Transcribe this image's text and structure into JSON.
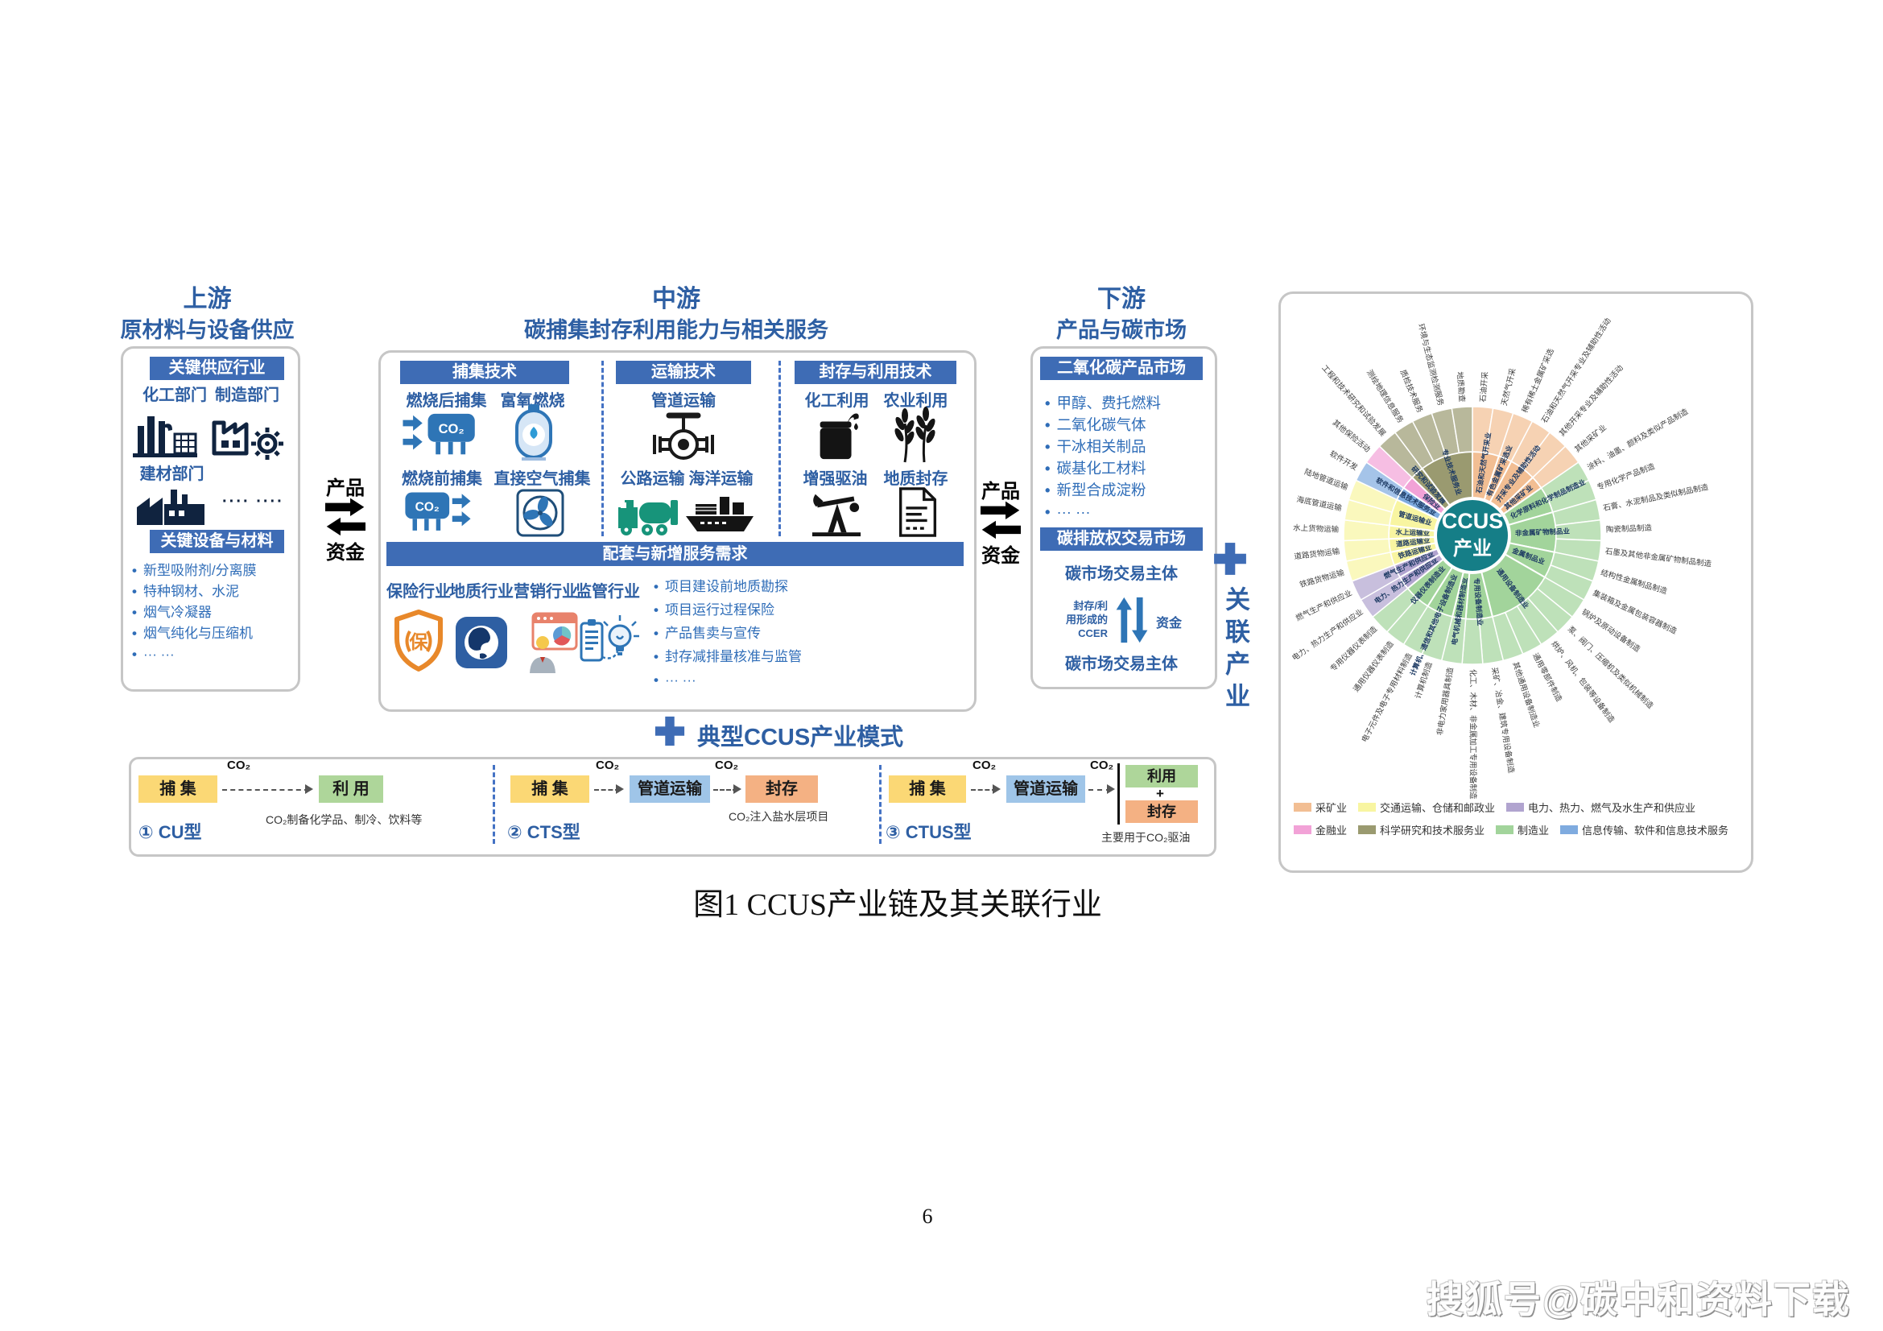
{
  "colors": {
    "header_blue": "#3e6cb5",
    "title_blue": "#2e5fa3",
    "text_blue": "#2f6db8",
    "center_teal": "#157e87",
    "shield_orange": "#e8882a",
    "chip_capture": "#fbd875",
    "chip_use": "#aed69a",
    "chip_pipeline": "#9fc5e8",
    "chip_storage": "#f4b183"
  },
  "upstream": {
    "title_line1": "上游",
    "title_line2": "原材料与设备供应",
    "supply_header": "关键供应行业",
    "sectors": [
      "化工部门",
      "制造部门",
      "建材部门"
    ],
    "sectors_more": "···· ····",
    "equipment_header": "关键设备与材料",
    "equipment_items": [
      "新型吸附剂/分离膜",
      "特种钢材、水泥",
      "烟气冷凝器",
      "烟气纯化与压缩机",
      "··· ···"
    ]
  },
  "flow_left": {
    "top": "产品",
    "bottom": "资金"
  },
  "flow_right": {
    "top": "产品",
    "bottom": "资金"
  },
  "midstream": {
    "title_line1": "中游",
    "title_line2": "碳捕集封存利用能力与相关服务",
    "capture": {
      "header": "捕集技术",
      "co2": "CO₂",
      "items": [
        "燃烧后捕集",
        "富氧燃烧",
        "燃烧前捕集",
        "直接空气捕集"
      ]
    },
    "transport": {
      "header": "运输技术",
      "items": [
        "管道运输",
        "公路运输",
        "海洋运输"
      ]
    },
    "storage": {
      "header": "封存与利用技术",
      "items": [
        "化工利用",
        "农业利用",
        "增强驱油",
        "地质封存"
      ]
    },
    "services": {
      "header": "配套与新增服务需求",
      "industries": [
        "保险行业",
        "地质行业",
        "营销行业",
        "监管行业"
      ],
      "shield_char": "保",
      "bullets": [
        "项目建设前地质勘探",
        "项目运行过程保险",
        "产品售卖与宣传",
        "封存减排量核准与监管",
        "··· ···"
      ]
    }
  },
  "downstream": {
    "title_line1": "下游",
    "title_line2": "产品与碳市场",
    "product_header": "二氧化碳产品市场",
    "products": [
      "甲醇、费托燃料",
      "二氧化碳气体",
      "干冰相关制品",
      "碳基化工材料",
      "新型合成淀粉",
      "··· ···"
    ],
    "trade_header": "碳排放权交易市场",
    "trader_top": "碳市场交易主体",
    "ccer_label_lines": [
      "封存/利",
      "用形成的",
      "CCER"
    ],
    "fund_label": "资金",
    "trader_bottom": "碳市场交易主体"
  },
  "related": {
    "plus": "+",
    "label": "关联产业"
  },
  "models_section": {
    "plus": "+",
    "heading": "典型CCUS产业模式",
    "co2": "CO₂",
    "models": [
      {
        "label": "① CU型",
        "capture_chip": "捕 集",
        "use_chip": "利 用",
        "note": "CO₂制备化学品、制冷、饮料等"
      },
      {
        "label": "② CTS型",
        "capture_chip": "捕 集",
        "pipeline_chip": "管道运输",
        "storage_chip": "封存",
        "note": "CO₂注入盐水层项目"
      },
      {
        "label": "③ CTUS型",
        "capture_chip": "捕 集",
        "pipeline_chip": "管道运输",
        "use_chip": "利用",
        "plus": "+",
        "storage_chip": "封存",
        "note": "主要用于CO₂驱油"
      }
    ]
  },
  "chart_data": {
    "type": "sunburst",
    "title": "CCUS产业关联行业",
    "center_label": [
      "CCUS",
      "产业"
    ],
    "legend": [
      "采矿业",
      "交通运输、仓储和邮政业",
      "电力、热力、燃气及水生产和供应业",
      "金融业",
      "科学研究和技术服务业",
      "制造业",
      "信息传输、软件和信息技术服务"
    ],
    "groups": [
      {
        "name": "采矿业",
        "color": "#f2be93",
        "subs": [
          {
            "label": "石油和天然气开采业",
            "leaves": [
              "石油开采",
              "天然气开采"
            ]
          },
          {
            "label": "有色金属矿采选业",
            "leaves": [
              "稀有稀土金属矿采选"
            ]
          },
          {
            "label": "开采专业及辅助性活动",
            "leaves": [
              "石油和天然气开采专业及辅助性活动",
              "其他开采专业及辅助性活动"
            ]
          },
          {
            "label": "其他采矿业",
            "leaves": [
              "其他采矿业"
            ]
          }
        ]
      },
      {
        "name": "制造业",
        "color": "#a2d49b",
        "subs": [
          {
            "label": "化学原料和化学制品制造业",
            "leaves": [
              "涂料、油墨、颜料及类似产品制造",
              "专用化学产品制造"
            ]
          },
          {
            "label": "非金属矿物制品业",
            "leaves": [
              "石膏、水泥制品及类似制品制造",
              "陶瓷制品制造",
              "石墨及其他非金属矿物制品制造"
            ]
          },
          {
            "label": "金属制品业",
            "leaves": [
              "结构性金属制品制造",
              "集装箱及金属包装容器制造"
            ]
          },
          {
            "label": "通用设备制造业",
            "leaves": [
              "锅炉及原动设备制造",
              "泵、阀门、压缩机及类似机械制造",
              "烘炉、风机、包装等设备制造",
              "通用零部件制造",
              "其他通用设备制造业"
            ]
          },
          {
            "label": "专用设备制造业",
            "leaves": [
              "采矿、冶金、建筑专用设备制造",
              "化工、木材、非金属加工专用设备制造"
            ]
          },
          {
            "label": "电气机械和器材制造业",
            "leaves": [
              "非电力家用器具制造"
            ]
          },
          {
            "label": "计算机、通信和其他电子设备制造业",
            "leaves": [
              "计算机制造",
              "电子元件及电子专用材料制造"
            ]
          },
          {
            "label": "仪器仪表制造业",
            "leaves": [
              "通用仪器仪表制造",
              "专用仪器仪表制造"
            ]
          }
        ]
      },
      {
        "name": "电力、热力、燃气及水生产和供应业",
        "color": "#b1a4cf",
        "subs": [
          {
            "label": "电力、热力生产和供应业",
            "leaves": [
              "电力、热力生产和供应业"
            ]
          },
          {
            "label": "燃气生产和供应业",
            "leaves": [
              "燃气生产和供应业"
            ]
          }
        ]
      },
      {
        "name": "交通运输、仓储和邮政业",
        "color": "#f8f5a1",
        "subs": [
          {
            "label": "铁路运输业",
            "leaves": [
              "铁路货物运输"
            ]
          },
          {
            "label": "道路运输业",
            "leaves": [
              "道路货物运输"
            ]
          },
          {
            "label": "水上运输业",
            "leaves": [
              "水上货物运输"
            ]
          },
          {
            "label": "管道运输业",
            "leaves": [
              "海底管道运输",
              "陆地管道运输"
            ]
          }
        ]
      },
      {
        "name": "信息传输、软件和信息技术服务",
        "color": "#7fabdf",
        "subs": [
          {
            "label": "软件和信息技术服务业",
            "leaves": [
              "软件开发"
            ]
          }
        ]
      },
      {
        "name": "金融业",
        "color": "#f2a2d7",
        "subs": [
          {
            "label": "保险业",
            "leaves": [
              "其他保险活动"
            ]
          }
        ]
      },
      {
        "name": "科学研究和技术服务业",
        "color": "#9a9a70",
        "subs": [
          {
            "label": "研究和试验发展",
            "leaves": [
              "工程和技术研究和试验发展"
            ]
          },
          {
            "label": "专业技术服务业",
            "leaves": [
              "测绘地理信息服务",
              "质检技术服务",
              "环境与生态监测检测服务",
              "地质勘查"
            ]
          }
        ]
      }
    ]
  },
  "caption": "图1 CCUS产业链及其关联行业",
  "page_number": "6",
  "watermark": "搜狐号@碳中和资料下载"
}
